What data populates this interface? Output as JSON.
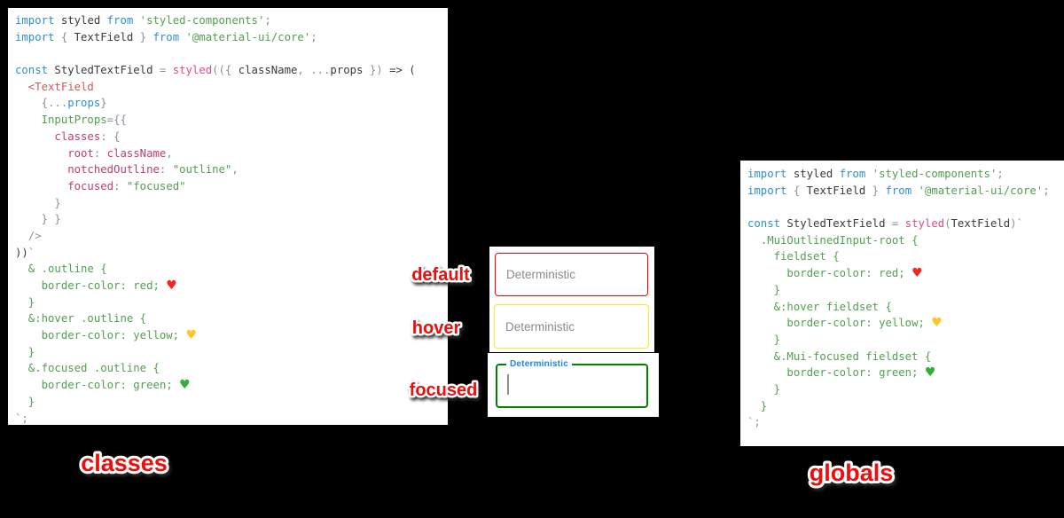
{
  "stickers": {
    "color": "#ee0d0d",
    "default": "default",
    "hover": "hover",
    "focused": "focused",
    "classes": "classes",
    "globals": "globals"
  },
  "fields": {
    "default": {
      "placeholder": "Deterministic",
      "border_color": "#ff0000"
    },
    "hover": {
      "placeholder": "Deterministic",
      "border_color": "#ffe920"
    },
    "focused": {
      "label": "Deterministic",
      "border_color": "#008000",
      "label_color": "#1e88e5"
    }
  },
  "syntax_colors": {
    "kw": "#2f8fcf",
    "pl": "#383a42",
    "pu": "#8b909a",
    "pk": "#e64a85",
    "pr": "#c23b6d",
    "tg": "#cb5c59",
    "st": "#50a14f",
    "hr": "#f0281f",
    "hy": "#ffc32b",
    "hg": "#33b033"
  },
  "left_code": {
    "lines": [
      [
        [
          "kw",
          "import"
        ],
        [
          "pl",
          " styled "
        ],
        [
          "kw",
          "from"
        ],
        [
          "st",
          " 'styled-components'"
        ],
        [
          "pu",
          ";"
        ]
      ],
      [
        [
          "kw",
          "import"
        ],
        [
          "pu",
          " { "
        ],
        [
          "pl",
          "TextField"
        ],
        [
          "pu",
          " } "
        ],
        [
          "kw",
          "from"
        ],
        [
          "st",
          " '@material-ui/core'"
        ],
        [
          "pu",
          ";"
        ]
      ],
      [],
      [
        [
          "kw",
          "const"
        ],
        [
          "pl",
          " StyledTextField "
        ],
        [
          "pu",
          "= "
        ],
        [
          "pk",
          "styled"
        ],
        [
          "pu",
          "(({ "
        ],
        [
          "pl",
          "className"
        ],
        [
          "pu",
          ", ..."
        ],
        [
          "pl",
          "props"
        ],
        [
          "pu",
          " }) "
        ],
        [
          "pl",
          "=> ("
        ]
      ],
      [
        [
          "tg",
          "  <TextField"
        ]
      ],
      [
        [
          "pu",
          "    {..."
        ],
        [
          "kw",
          "props"
        ],
        [
          "pu",
          "}"
        ]
      ],
      [
        [
          "st",
          "    InputProps"
        ],
        [
          "pu",
          "={{"
        ]
      ],
      [
        [
          "pr",
          "      classes"
        ],
        [
          "pu",
          ": {"
        ]
      ],
      [
        [
          "pr",
          "        root"
        ],
        [
          "pu",
          ": "
        ],
        [
          "pr",
          "className"
        ],
        [
          "pu",
          ","
        ]
      ],
      [
        [
          "pr",
          "        notchedOutline"
        ],
        [
          "pu",
          ": "
        ],
        [
          "st",
          "\"outline\""
        ],
        [
          "pu",
          ","
        ]
      ],
      [
        [
          "pr",
          "        focused"
        ],
        [
          "pu",
          ": "
        ],
        [
          "st",
          "\"focused\""
        ]
      ],
      [
        [
          "pu",
          "      }"
        ]
      ],
      [
        [
          "pu",
          "    } }"
        ]
      ],
      [
        [
          "pu",
          "  />"
        ]
      ],
      [
        [
          "pl",
          "))"
        ],
        [
          "pu",
          "`"
        ]
      ],
      [
        [
          "st",
          "  & .outline {"
        ]
      ],
      [
        [
          "st",
          "    border-color: red; "
        ],
        [
          "hr",
          "♥"
        ]
      ],
      [
        [
          "st",
          "  }"
        ]
      ],
      [
        [
          "st",
          "  &:hover .outline {"
        ]
      ],
      [
        [
          "st",
          "    border-color: yellow; "
        ],
        [
          "hy",
          "♥"
        ]
      ],
      [
        [
          "st",
          "  }"
        ]
      ],
      [
        [
          "st",
          "  &.focused .outline {"
        ]
      ],
      [
        [
          "st",
          "    border-color: green; "
        ],
        [
          "hg",
          "♥"
        ]
      ],
      [
        [
          "st",
          "  }"
        ]
      ],
      [
        [
          "pu",
          "`;"
        ]
      ]
    ]
  },
  "right_code": {
    "lines": [
      [
        [
          "kw",
          "import"
        ],
        [
          "pl",
          " styled "
        ],
        [
          "kw",
          "from"
        ],
        [
          "st",
          " 'styled-components'"
        ],
        [
          "pu",
          ";"
        ]
      ],
      [
        [
          "kw",
          "import"
        ],
        [
          "pu",
          " { "
        ],
        [
          "pl",
          "TextField"
        ],
        [
          "pu",
          " } "
        ],
        [
          "kw",
          "from"
        ],
        [
          "st",
          " '@material-ui/core'"
        ],
        [
          "pu",
          ";"
        ]
      ],
      [],
      [
        [
          "kw",
          "const"
        ],
        [
          "pl",
          " StyledTextField "
        ],
        [
          "pu",
          "= "
        ],
        [
          "pk",
          "styled"
        ],
        [
          "pu",
          "("
        ],
        [
          "pl",
          "TextField"
        ],
        [
          "pu",
          ")"
        ],
        [
          "pu",
          "`"
        ]
      ],
      [
        [
          "st",
          "  .MuiOutlinedInput-root {"
        ]
      ],
      [
        [
          "st",
          "    fieldset {"
        ]
      ],
      [
        [
          "st",
          "      border-color: red; "
        ],
        [
          "hr",
          "♥"
        ]
      ],
      [
        [
          "st",
          "    }"
        ]
      ],
      [
        [
          "st",
          "    &:hover fieldset {"
        ]
      ],
      [
        [
          "st",
          "      border-color: yellow; "
        ],
        [
          "hy",
          "♥"
        ]
      ],
      [
        [
          "st",
          "    }"
        ]
      ],
      [
        [
          "st",
          "    &.Mui-focused fieldset {"
        ]
      ],
      [
        [
          "st",
          "      border-color: green; "
        ],
        [
          "hg",
          "♥"
        ]
      ],
      [
        [
          "st",
          "    }"
        ]
      ],
      [
        [
          "st",
          "  }"
        ]
      ],
      [
        [
          "pu",
          "`;"
        ]
      ]
    ]
  }
}
